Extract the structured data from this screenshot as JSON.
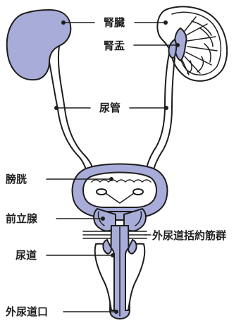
{
  "labels": {
    "kidney": "腎臓",
    "renal_pelvis": "腎盂",
    "ureter": "尿管",
    "bladder": "膀胱",
    "prostate": "前立腺",
    "sphincter": "外尿道括約筋群",
    "urethra": "尿道",
    "external_urethral_orifice": "外尿道口"
  },
  "colors": {
    "organ_fill": "#a8acd8",
    "outline": "#1e1e1e",
    "background": "#ffffff"
  }
}
